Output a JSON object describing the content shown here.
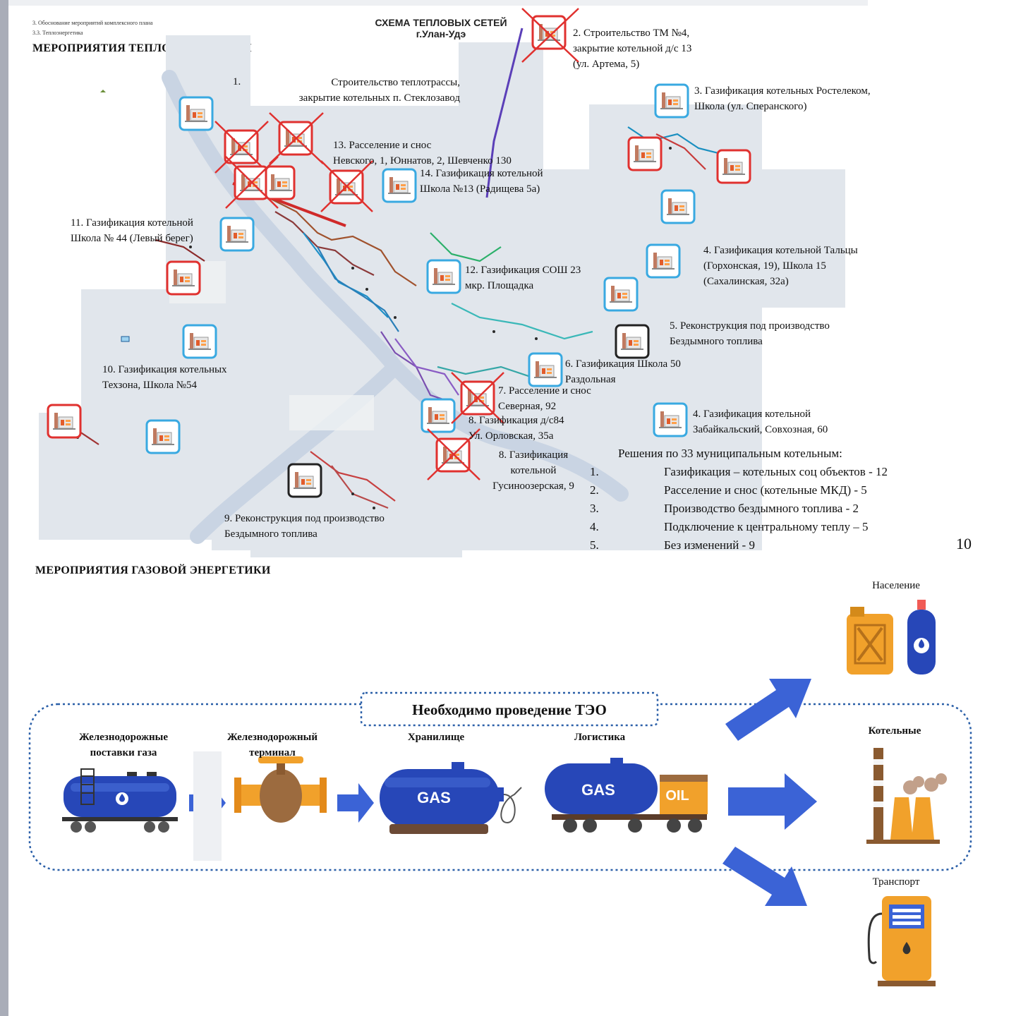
{
  "breadcrumb": {
    "line1": "3. Обоснование мероприятий комплексного плана",
    "line2": "3.3. Теплоэнергетика"
  },
  "heat_section": {
    "title": "МЕРОПРИЯТИЯ ТЕПЛОЭНЕРГЕТИКИ"
  },
  "map": {
    "title_line1": "СХЕМА  ТЕПЛОВЫХ СЕТЕЙ",
    "title_line2": "г.Улан-Удэ",
    "annotations": [
      {
        "id": "a1",
        "lines": [
          "1.",
          "Строительство теплотрассы,",
          "закрытие котельных п. Стеклозавод"
        ]
      },
      {
        "id": "a2",
        "lines": [
          "2. Строительство ТМ №4,",
          "закрытие котельной д/с 13",
          "(ул. Артема, 5)"
        ]
      },
      {
        "id": "a3",
        "lines": [
          "3. Газификация котельных Ростелеком,",
          "Школа (ул. Сперанского)"
        ]
      },
      {
        "id": "a4a",
        "lines": [
          "4. Газификация котельной Тальцы",
          "(Горхонская, 19), Школа 15",
          "(Сахалинская, 32а)"
        ]
      },
      {
        "id": "a5",
        "lines": [
          "5. Реконструкция под производство",
          "Бездымного топлива"
        ]
      },
      {
        "id": "a6",
        "lines": [
          "6. Газификация Школа 50",
          "Раздольная"
        ]
      },
      {
        "id": "a4b",
        "lines": [
          "4. Газификация котельной",
          "Забайкальский, Совхозная, 60"
        ]
      },
      {
        "id": "a7",
        "lines": [
          "7. Расселение и снос",
          "Северная, 92"
        ]
      },
      {
        "id": "a8a",
        "lines": [
          "8. Газификация д/с84",
          "Ул. Орловская, 35а"
        ]
      },
      {
        "id": "a8b",
        "lines": [
          "8. Газификация",
          "котельной",
          "Гусиноозерская, 9"
        ]
      },
      {
        "id": "a9",
        "lines": [
          "9. Реконструкция под производство",
          "Бездымного топлива"
        ]
      },
      {
        "id": "a10",
        "lines": [
          "10. Газификация котельных",
          "Техзона, Школа №54"
        ]
      },
      {
        "id": "a11",
        "lines": [
          "11. Газификация котельной",
          "Школа № 44 (Левый берег)"
        ]
      },
      {
        "id": "a12",
        "lines": [
          "12. Газификация СОШ 23",
          "мкр. Площадка"
        ]
      },
      {
        "id": "a13",
        "lines": [
          "13. Расселение и снос",
          "Невского, 1, Юннатов, 2, Шевченко 130"
        ]
      },
      {
        "id": "a14",
        "lines": [
          "14. Газификация котельной",
          "Школа №13 (Радищева 5а)"
        ]
      }
    ]
  },
  "solutions": {
    "title": "Решения по 33 муниципальным котельным:",
    "items": [
      {
        "num": "1.",
        "text": "Газификация – котельных соц объектов - 12"
      },
      {
        "num": "2.",
        "text": "Расселение и снос (котельные МКД) - 5"
      },
      {
        "num": "3.",
        "text": "Производство бездымного топлива - 2"
      },
      {
        "num": "4.",
        "text": "Подключение к центральному теплу – 5"
      },
      {
        "num": "5.",
        "text": "Без изменений - 9"
      }
    ]
  },
  "page_number": "10",
  "gas_section": {
    "title": "МЕРОПРИЯТИЯ ГАЗОВОЙ ЭНЕРГЕТИКИ"
  },
  "gas_flow": {
    "teo_label": "Необходимо проведение ТЭО",
    "steps": [
      {
        "line1": "Железнодорожные",
        "line2": "поставки газа"
      },
      {
        "line1": "Железнодорожный",
        "line2": "терминал"
      },
      {
        "line1": "Хранилище",
        "line2": ""
      },
      {
        "line1": "Логистика",
        "line2": ""
      }
    ],
    "tank_label": "GAS",
    "truck_gas_label": "GAS",
    "truck_oil_label": "OIL",
    "consumers": [
      "Население",
      "Котельные",
      "Транспорт"
    ]
  },
  "colors": {
    "icon_gas_frame": "#39a9e1",
    "icon_demolish_frame": "#e0312f",
    "icon_fuel_frame": "#222222",
    "flow_blue": "#3b63d6",
    "tank_blue": "#2747b8",
    "valve_orange": "#f1a12b",
    "dotted_frame": "#2a5fa8"
  }
}
